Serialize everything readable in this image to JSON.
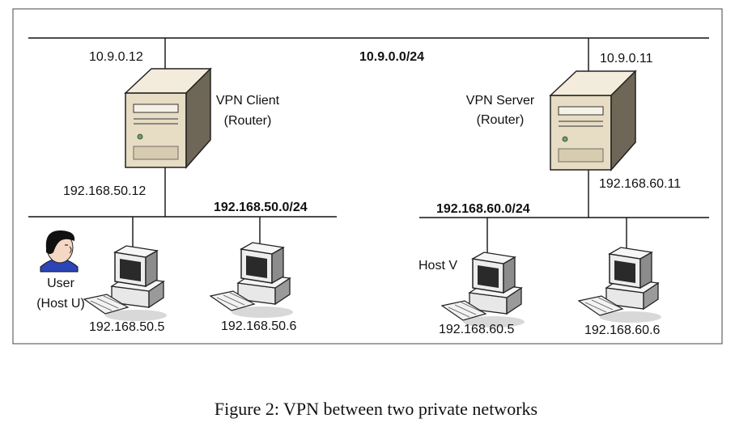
{
  "networks": {
    "vpn_subnet": "10.9.0.0/24",
    "client_lan": "192.168.50.0/24",
    "server_lan": "192.168.60.0/24"
  },
  "vpn_client": {
    "name": "VPN Client",
    "role": "(Router)",
    "outer_ip": "10.9.0.12",
    "inner_ip": "192.168.50.12"
  },
  "vpn_server": {
    "name": "VPN Server",
    "role": "(Router)",
    "outer_ip": "10.9.0.11",
    "inner_ip": "192.168.60.11"
  },
  "user": {
    "line1": "User",
    "line2": "(Host U)"
  },
  "hosts": {
    "host_u_ip": "192.168.50.5",
    "host_50_6_ip": "192.168.50.6",
    "host_v_label": "Host V",
    "host_v_ip": "192.168.60.5",
    "host_60_6_ip": "192.168.60.6"
  },
  "caption": "Figure 2: VPN between two private networks"
}
